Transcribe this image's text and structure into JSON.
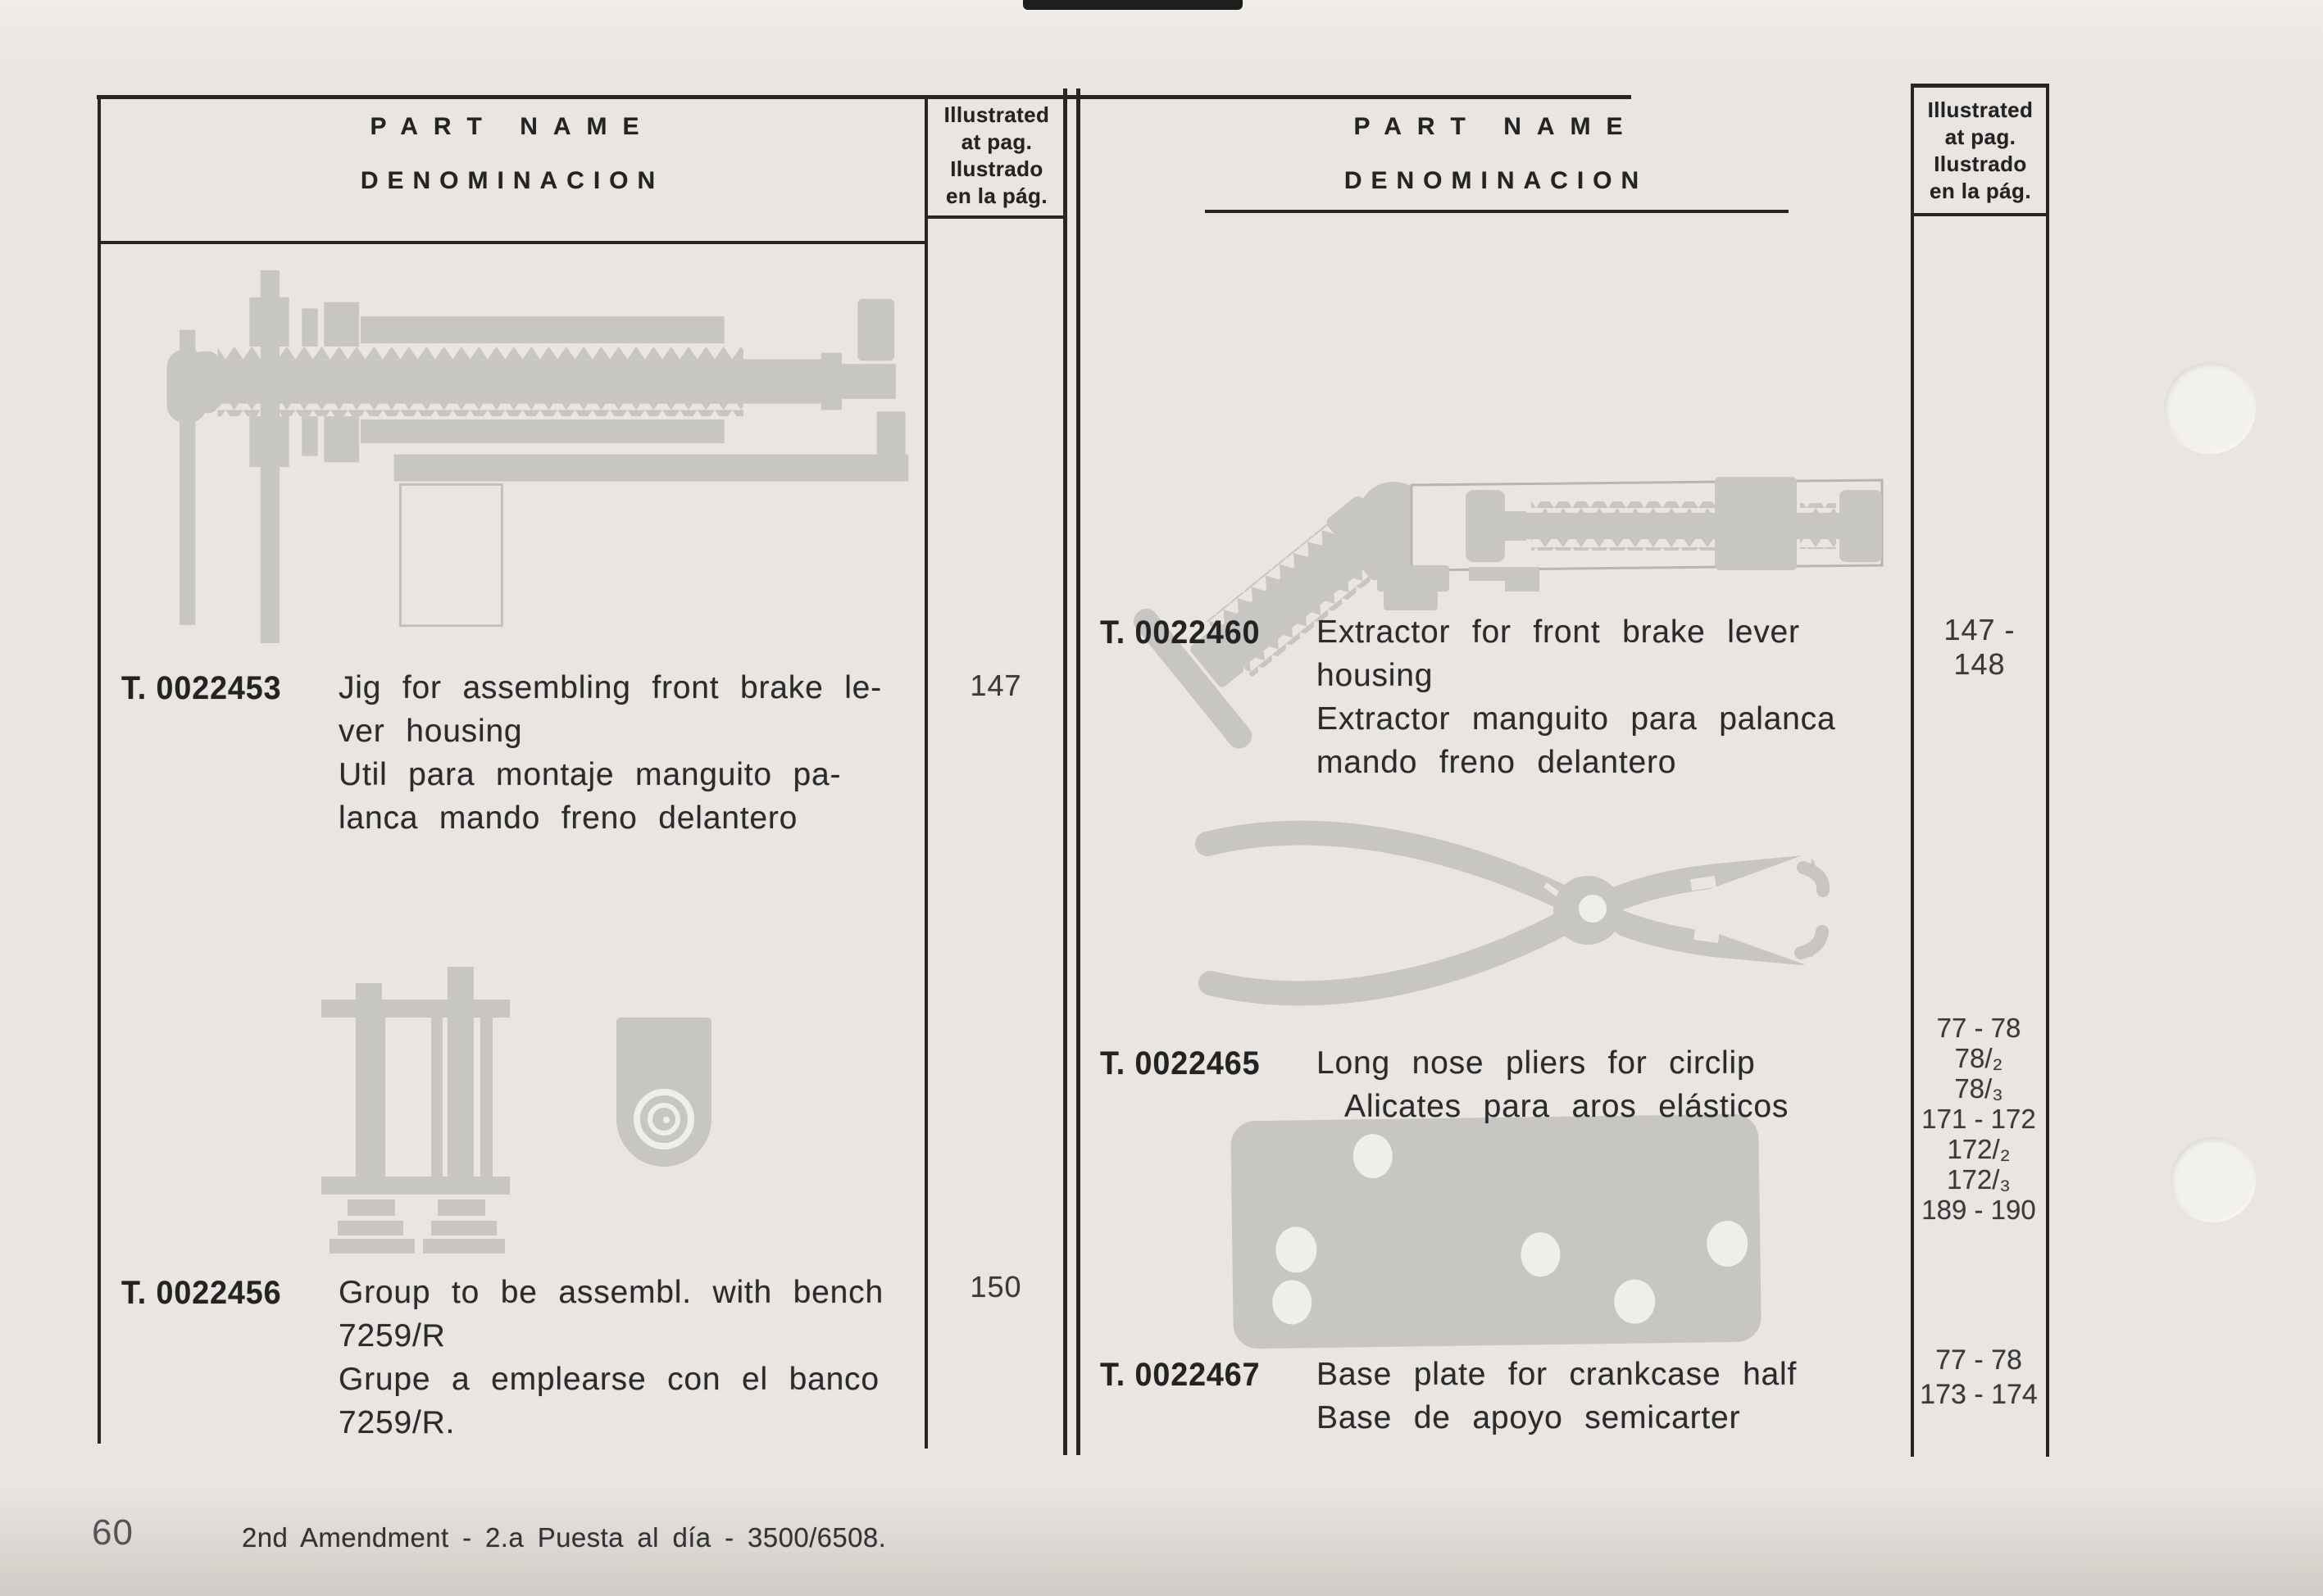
{
  "paper_color": "#e9e6e1",
  "ink_color": "#232323",
  "tool_silhouette_color": "#c7c6c2",
  "columns": [
    {
      "header": {
        "part_name": "PART NAME",
        "denominacion": "DENOMINACION",
        "illustrated": [
          "Illustrated",
          "at pag.",
          "Ilustrado",
          "en la pág."
        ]
      },
      "entries": [
        {
          "part_no": "T. 0022453",
          "lines": [
            "Jig for assembling front brake le-",
            "ver housing",
            "Util para montaje manguito pa-",
            "lanca mando freno delantero"
          ],
          "pages": [
            "147"
          ]
        },
        {
          "part_no": "T. 0022456",
          "lines": [
            "Group to be assembl. with bench",
            "7259/R",
            "Grupe a emplearse con el banco",
            "7259/R."
          ],
          "pages": [
            "150"
          ]
        }
      ]
    },
    {
      "header": {
        "part_name": "PART NAME",
        "denominacion": "DENOMINACION",
        "illustrated": [
          "Illustrated",
          "at pag.",
          "Ilustrado",
          "en la pág."
        ]
      },
      "entries": [
        {
          "part_no": "T. 0022460",
          "lines": [
            "Extractor for front brake lever",
            "housing",
            "Extractor manguito para palanca",
            "mando freno delantero"
          ],
          "pages": [
            "147 - 148"
          ]
        },
        {
          "part_no": "T. 0022465",
          "lines": [
            "Long nose pliers for circlip",
            "Alicates para aros elásticos"
          ],
          "pages": [
            "77 - 78",
            "78/₂",
            "78/₃",
            "171 - 172",
            "172/₂",
            "172/₃",
            "189 - 190"
          ]
        },
        {
          "part_no": "T. 0022467",
          "lines": [
            "Base plate for crankcase half",
            "Base de apoyo semicarter"
          ],
          "pages": [
            "77 - 78",
            "173 - 174"
          ]
        }
      ]
    }
  ],
  "footer": {
    "page_number": "60",
    "note": "2nd Amendment - 2.a Puesta al día - 3500/6508."
  }
}
